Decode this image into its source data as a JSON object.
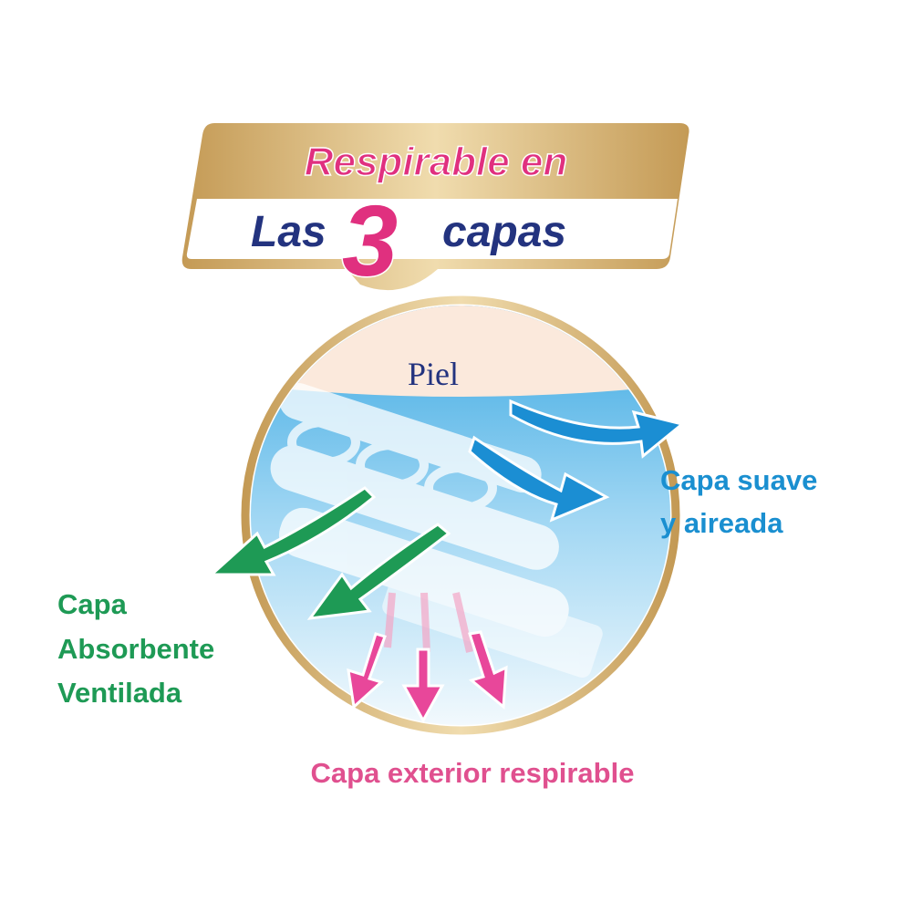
{
  "banner": {
    "line1": "Respirable en",
    "line2_pre": "Las",
    "line2_number": "3",
    "line2_post": "capas"
  },
  "circle": {
    "skin_label": "Piel"
  },
  "labels": {
    "soft_layer": [
      "Capa suave",
      "y aireada"
    ],
    "absorbent_layer": [
      "Capa",
      "Absorbente",
      "Ventilada"
    ],
    "outer_layer": "Capa exterior respirable"
  },
  "colors": {
    "gold": "#c9a25e",
    "pink": "#e0307f",
    "navy": "#23337f",
    "blue": "#1a8fd0",
    "green": "#1e9a55",
    "light_pink": "#e0508f"
  }
}
